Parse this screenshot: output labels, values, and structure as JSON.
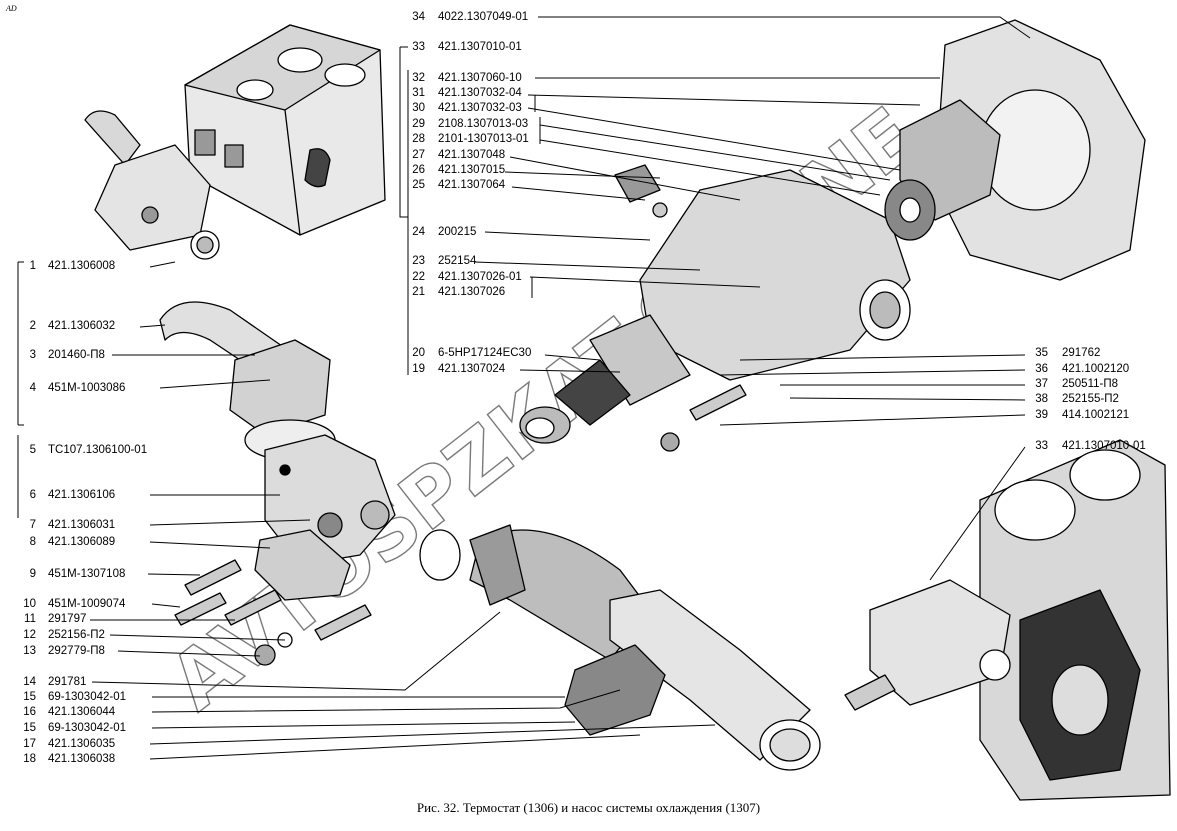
{
  "corner_mark": "AD",
  "caption": "Рис. 32. Термостат (1306) и насос системы охлаждения (1307)",
  "watermark": "AVTOSPZKAT.ONLINE",
  "callouts_left": [
    {
      "num": "1",
      "part": "421.1306008"
    },
    {
      "num": "2",
      "part": "421.1306032"
    },
    {
      "num": "3",
      "part": "201460-П8"
    },
    {
      "num": "4",
      "part": "451М-1003086"
    },
    {
      "num": "5",
      "part": "ТС107.1306100-01"
    },
    {
      "num": "6",
      "part": "421.1306106"
    },
    {
      "num": "7",
      "part": "421.1306031"
    },
    {
      "num": "8",
      "part": "421.1306089"
    },
    {
      "num": "9",
      "part": "451М-1307108"
    },
    {
      "num": "10",
      "part": "451М-1009074"
    },
    {
      "num": "11",
      "part": "291797"
    },
    {
      "num": "12",
      "part": "252156-П2"
    },
    {
      "num": "13",
      "part": "292779-П8"
    },
    {
      "num": "14",
      "part": "291781"
    },
    {
      "num": "15",
      "part": "69-1303042-01"
    },
    {
      "num": "16",
      "part": "421.1306044"
    },
    {
      "num": "15",
      "part": "69-1303042-01"
    },
    {
      "num": "17",
      "part": "421.1306035"
    },
    {
      "num": "18",
      "part": "421.1306038"
    }
  ],
  "callouts_center": [
    {
      "num": "34",
      "part": "4022.1307049-01"
    },
    {
      "num": "33",
      "part": "421.1307010-01"
    },
    {
      "num": "32",
      "part": "421.1307060-10"
    },
    {
      "num": "31",
      "part": "421.1307032-04"
    },
    {
      "num": "30",
      "part": "421.1307032-03"
    },
    {
      "num": "29",
      "part": "2108.1307013-03"
    },
    {
      "num": "28",
      "part": "2101-1307013-01"
    },
    {
      "num": "27",
      "part": "421.1307048"
    },
    {
      "num": "26",
      "part": "421.1307015"
    },
    {
      "num": "25",
      "part": "421.1307064"
    },
    {
      "num": "24",
      "part": "200215"
    },
    {
      "num": "23",
      "part": "252154"
    },
    {
      "num": "22",
      "part": "421.1307026-01"
    },
    {
      "num": "21",
      "part": "421.1307026"
    },
    {
      "num": "20",
      "part": "6-5НР17124ЕС30"
    },
    {
      "num": "19",
      "part": "421.1307024"
    }
  ],
  "callouts_right": [
    {
      "num": "35",
      "part": "291762"
    },
    {
      "num": "36",
      "part": "421.1002120"
    },
    {
      "num": "37",
      "part": "250511-П8"
    },
    {
      "num": "38",
      "part": "252155-П2"
    },
    {
      "num": "39",
      "part": "414.1002121"
    },
    {
      "num": "33",
      "part": "421.1307010-01"
    }
  ]
}
